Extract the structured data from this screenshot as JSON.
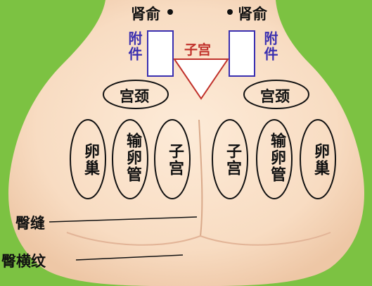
{
  "diagram": {
    "colors": {
      "background": "#7cc242",
      "skin": "#fbe3cc",
      "accent_purple": "#3a2fb0",
      "accent_red": "#c0302a",
      "ink": "#111111"
    },
    "labels": {
      "shenshu_left": "肾俞",
      "shenshu_right": "肾俞",
      "fujian_left": "附件",
      "fujian_right": "附件",
      "zigong_top": "子宫",
      "gongjing_left": "宫颈",
      "gongjing_right": "宫颈",
      "luanchao_left": "卵巢",
      "shuluanguan_left": "输卵管",
      "zigong_left": "子宫",
      "zigong_right": "子宫",
      "shuluanguan_right": "输卵管",
      "luanchao_right": "卵巢",
      "tunfeng": "臀缝",
      "tunhengwen": "臀横纹"
    }
  }
}
